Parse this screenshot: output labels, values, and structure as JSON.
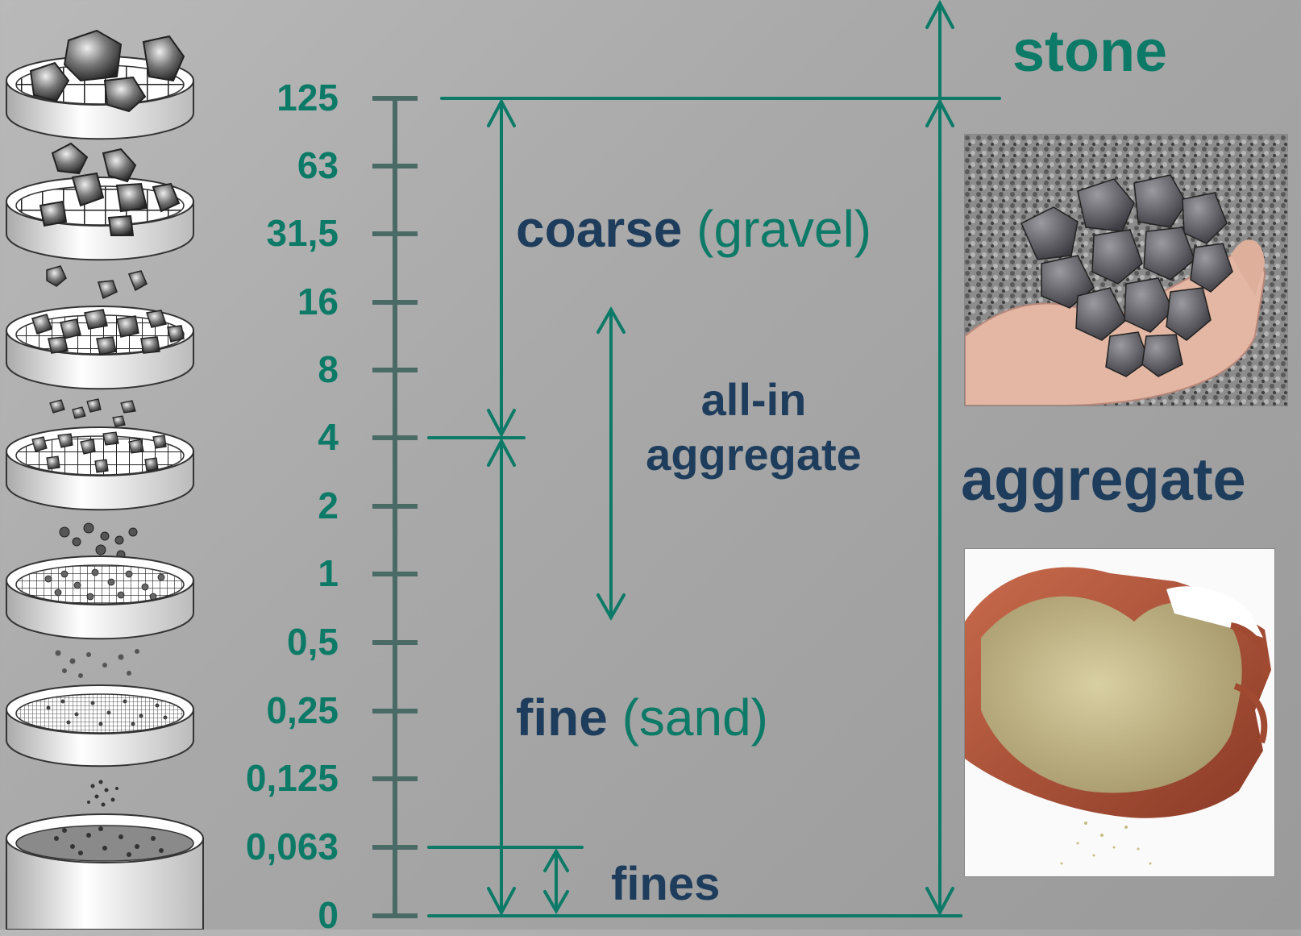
{
  "scale": {
    "ticks": [
      "125",
      "63",
      "31,5",
      "16",
      "8",
      "4",
      "2",
      "1",
      "0,5",
      "0,25",
      "0,125",
      "0,063",
      "0"
    ]
  },
  "labels": {
    "stone": "stone",
    "coarse": "coarse",
    "coarse_note": "(gravel)",
    "all_in_line1": "all-in",
    "all_in_line2": "aggregate",
    "aggregate": "aggregate",
    "fine": "fine",
    "fine_note": "(sand)",
    "fines": "fines"
  },
  "colors": {
    "accent": "#0d7a68",
    "dark_text": "#1e3d5c",
    "axis": "#4a6a66"
  },
  "images": {
    "gravel_photo": "gravel-in-hand-photo",
    "sand_photo": "sand-in-hands-photo",
    "sieves": "sieve-stack-illustration"
  }
}
